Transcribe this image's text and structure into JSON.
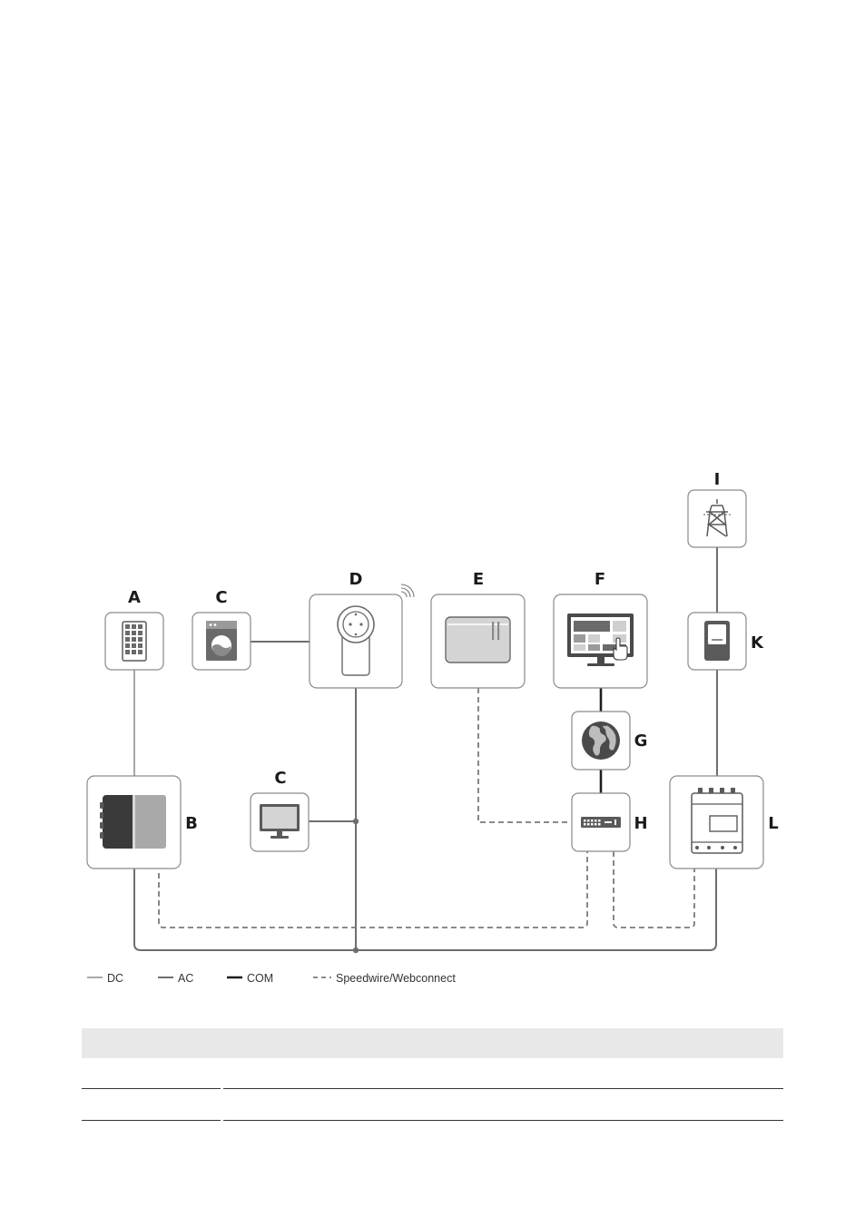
{
  "nodes": {
    "A": {
      "label": "A",
      "icon": "pv-module-icon"
    },
    "B": {
      "label": "B",
      "icon": "inverter-icon"
    },
    "C1": {
      "label": "C",
      "icon": "washing-machine-icon"
    },
    "C2": {
      "label": "C",
      "icon": "monitor-icon"
    },
    "D": {
      "label": "D",
      "icon": "smart-plug-icon"
    },
    "E": {
      "label": "E",
      "icon": "energy-manager-icon"
    },
    "F": {
      "label": "F",
      "icon": "portal-screen-icon"
    },
    "G": {
      "label": "G",
      "icon": "globe-icon"
    },
    "H": {
      "label": "H",
      "icon": "router-icon"
    },
    "I": {
      "label": "I",
      "icon": "power-grid-icon"
    },
    "K": {
      "label": "K",
      "icon": "meter-icon"
    },
    "L": {
      "label": "L",
      "icon": "distribution-board-icon"
    }
  },
  "legend": {
    "dc": "DC",
    "ac": "AC",
    "com": "COM",
    "speedwire": "Speedwire/Webconnect"
  },
  "colors": {
    "dc": "#a8a8a8",
    "ac": "#6e6e6e",
    "com": "#1e1e1e",
    "speedwire": "#7a7a7a",
    "box_border": "#8a8a8a"
  }
}
